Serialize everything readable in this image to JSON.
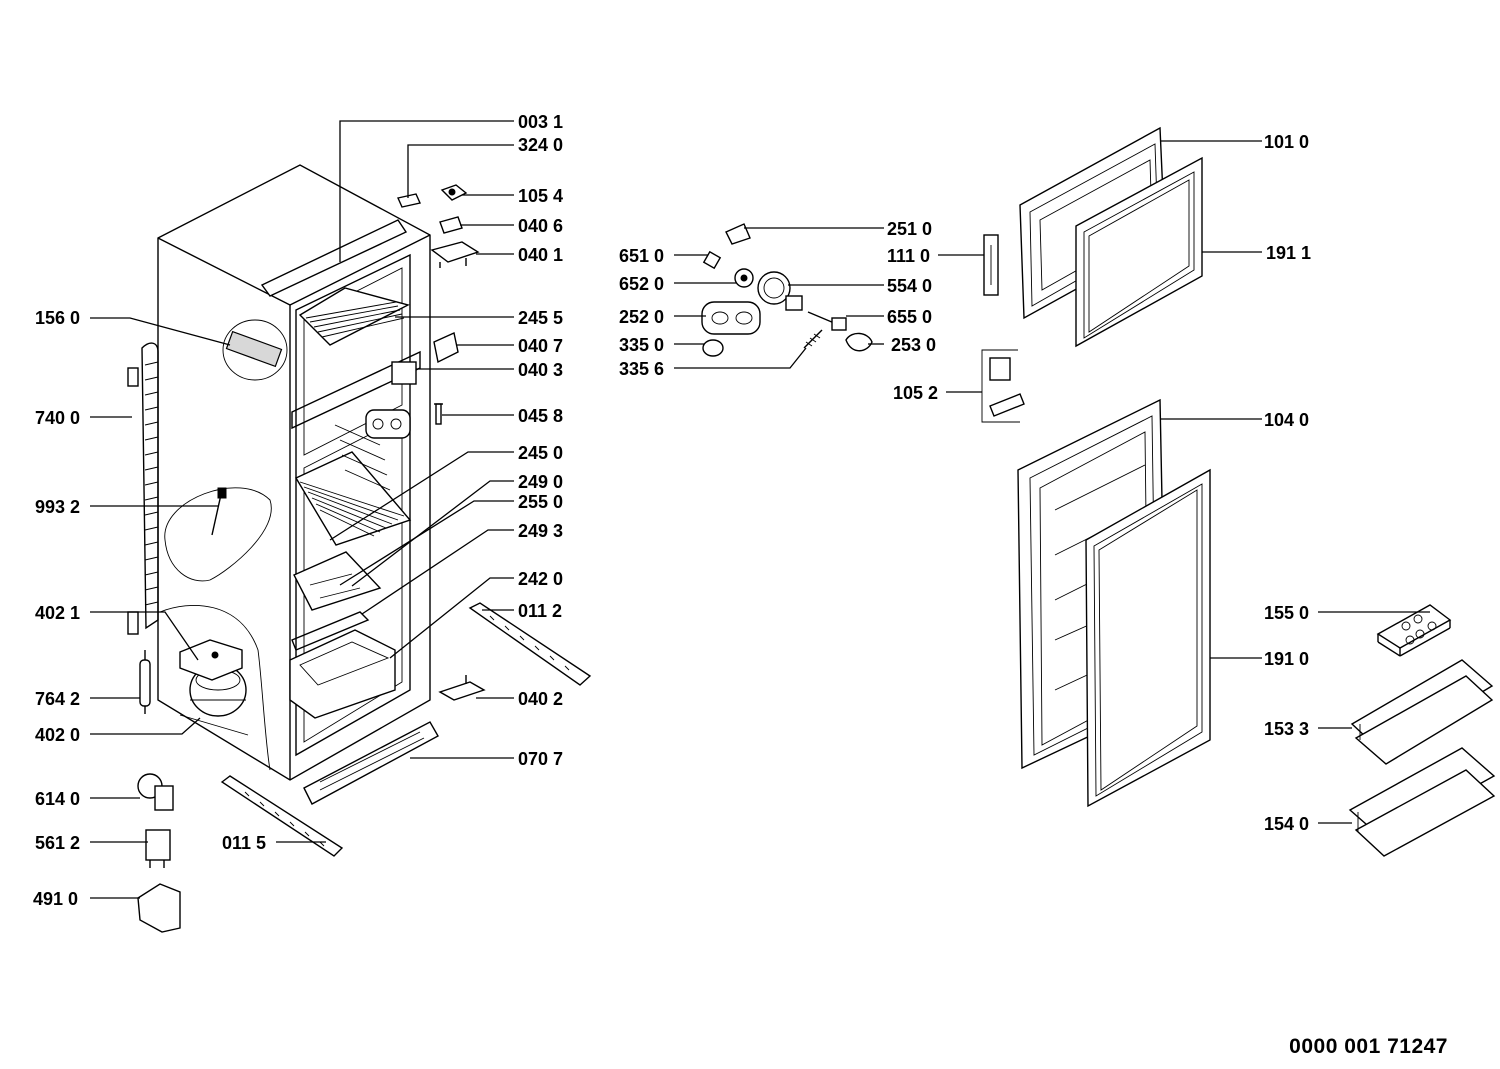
{
  "document_number": "0000  001 71247",
  "callouts": [
    "003 1",
    "324 0",
    "105 4",
    "040 6",
    "040 1",
    "156 0",
    "245 5",
    "040 7",
    "040 3",
    "740 0",
    "045 8",
    "245 0",
    "249 0",
    "993 2",
    "255 0",
    "249 3",
    "242 0",
    "402 1",
    "011 2",
    "764 2",
    "040 2",
    "402 0",
    "070 7",
    "614 0",
    "561 2",
    "011 5",
    "491 0",
    "251 0",
    "651 0",
    "111 0",
    "652 0",
    "554 0",
    "252 0",
    "655 0",
    "335 0",
    "253 0",
    "335 6",
    "105 2",
    "101 0",
    "191 1",
    "104 0",
    "155 0",
    "191 0",
    "153 3",
    "154 0"
  ]
}
